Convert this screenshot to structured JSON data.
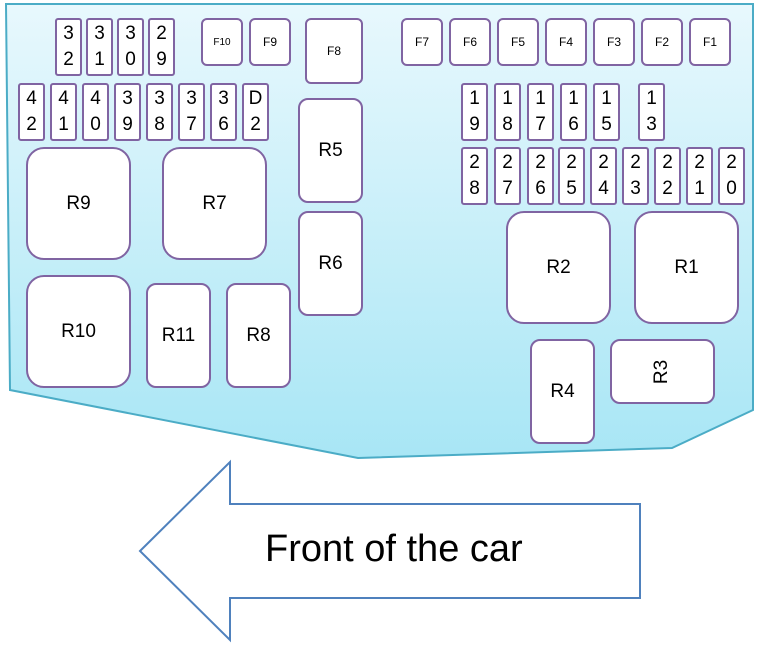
{
  "colors": {
    "panel_top": "#e8f8fd",
    "panel_bottom": "#a8e6f5",
    "panel_border": "#4bacc6",
    "box_border": "#8064a2",
    "arrow_border": "#4f81bd"
  },
  "fuses_top_left": [
    {
      "label": "32",
      "digits": [
        "3",
        "2"
      ]
    },
    {
      "label": "31",
      "digits": [
        "3",
        "1"
      ]
    },
    {
      "label": "30",
      "digits": [
        "3",
        "0"
      ]
    },
    {
      "label": "29",
      "digits": [
        "2",
        "9"
      ]
    }
  ],
  "fuses_f_left": [
    "F10",
    "F9",
    "F8"
  ],
  "fuses_f_right": [
    "F7",
    "F6",
    "F5",
    "F4",
    "F3",
    "F2",
    "F1"
  ],
  "fuses_row2_left": [
    {
      "label": "42",
      "digits": [
        "4",
        "2"
      ]
    },
    {
      "label": "41",
      "digits": [
        "4",
        "1"
      ]
    },
    {
      "label": "40",
      "digits": [
        "4",
        "0"
      ]
    },
    {
      "label": "39",
      "digits": [
        "3",
        "9"
      ]
    },
    {
      "label": "38",
      "digits": [
        "3",
        "8"
      ]
    },
    {
      "label": "37",
      "digits": [
        "3",
        "7"
      ]
    },
    {
      "label": "36",
      "digits": [
        "3",
        "6"
      ]
    },
    {
      "label": "D2",
      "digits": [
        "D",
        "2"
      ]
    }
  ],
  "fuses_row2_right": [
    {
      "label": "19",
      "digits": [
        "1",
        "9"
      ]
    },
    {
      "label": "18",
      "digits": [
        "1",
        "8"
      ]
    },
    {
      "label": "17",
      "digits": [
        "1",
        "7"
      ]
    },
    {
      "label": "16",
      "digits": [
        "1",
        "6"
      ]
    },
    {
      "label": "15",
      "digits": [
        "1",
        "5"
      ]
    },
    {
      "label": "13",
      "digits": [
        "1",
        "3"
      ]
    }
  ],
  "fuses_row3_right": [
    {
      "label": "28",
      "digits": [
        "2",
        "8"
      ]
    },
    {
      "label": "27",
      "digits": [
        "2",
        "7"
      ]
    },
    {
      "label": "26",
      "digits": [
        "2",
        "6"
      ]
    },
    {
      "label": "25",
      "digits": [
        "2",
        "5"
      ]
    },
    {
      "label": "24",
      "digits": [
        "2",
        "4"
      ]
    },
    {
      "label": "23",
      "digits": [
        "2",
        "3"
      ]
    },
    {
      "label": "22",
      "digits": [
        "2",
        "2"
      ]
    },
    {
      "label": "21",
      "digits": [
        "2",
        "1"
      ]
    },
    {
      "label": "20",
      "digits": [
        "2",
        "0"
      ]
    }
  ],
  "relays": {
    "r1": "R1",
    "r2": "R2",
    "r3": "R3",
    "r4": "R4",
    "r5": "R5",
    "r6": "R6",
    "r7": "R7",
    "r8": "R8",
    "r9": "R9",
    "r10": "R10",
    "r11": "R11"
  },
  "arrow_label": "Front of the car"
}
